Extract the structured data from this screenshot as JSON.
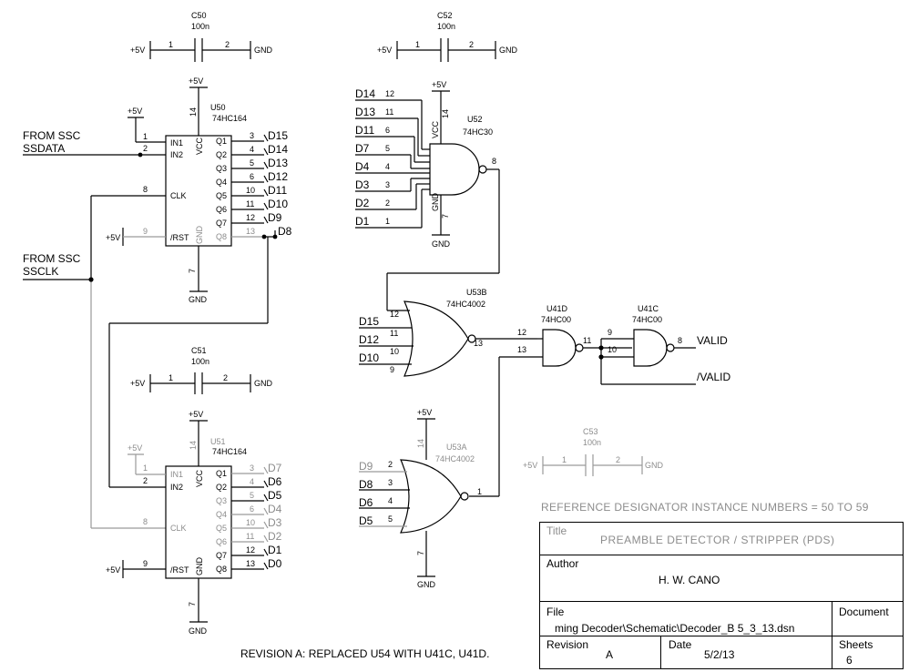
{
  "caps": [
    {
      "ref": "C50",
      "val": "100n",
      "left": "+5V",
      "right": "GND",
      "pin1": "1",
      "pin2": "2"
    },
    {
      "ref": "C52",
      "val": "100n",
      "left": "+5V",
      "right": "GND",
      "pin1": "1",
      "pin2": "2"
    },
    {
      "ref": "C51",
      "val": "100n",
      "left": "+5V",
      "right": "GND",
      "pin1": "1",
      "pin2": "2"
    },
    {
      "ref": "C53",
      "val": "100n",
      "left": "+5V",
      "right": "GND",
      "pin1": "1",
      "pin2": "2"
    }
  ],
  "u50": {
    "ref": "U50",
    "part": "74HC164",
    "vcc": "+5V",
    "vcc_pin": "14",
    "gnd": "GND",
    "gnd_pin": "7",
    "vcc_label": "VCC",
    "gnd_label": "GND",
    "in_labels": [
      "IN1",
      "IN2",
      "CLK",
      "/RST"
    ],
    "in_pins": [
      "1",
      "2",
      "8",
      "9"
    ],
    "out_labels": [
      "Q1",
      "Q2",
      "Q3",
      "Q4",
      "Q5",
      "Q6",
      "Q7",
      "Q8"
    ],
    "out_pins": [
      "3",
      "4",
      "5",
      "6",
      "10",
      "11",
      "12",
      "13"
    ],
    "nets": [
      "D15",
      "D14",
      "D13",
      "D12",
      "D11",
      "D10",
      "D9",
      "D8"
    ],
    "in1_supply": "+5V",
    "rst_supply": "+5V"
  },
  "u51": {
    "ref": "U51",
    "part": "74HC164",
    "vcc": "+5V",
    "vcc_pin": "14",
    "gnd": "GND",
    "gnd_pin": "7",
    "vcc_label": "VCC",
    "gnd_label": "GND",
    "in_labels": [
      "IN1",
      "IN2",
      "CLK",
      "/RST"
    ],
    "in_pins": [
      "1",
      "2",
      "8",
      "9"
    ],
    "out_labels": [
      "Q1",
      "Q2",
      "Q3",
      "Q4",
      "Q5",
      "Q6",
      "Q7",
      "Q8"
    ],
    "out_pins": [
      "3",
      "4",
      "5",
      "6",
      "10",
      "11",
      "12",
      "13"
    ],
    "nets": [
      "D7",
      "D6",
      "D5",
      "D4",
      "D3",
      "D2",
      "D1",
      "D0"
    ],
    "in1_supply": "+5V",
    "rst_supply": "+5V"
  },
  "from_ssc_data": [
    "FROM SSC",
    "SSDATA"
  ],
  "from_ssc_clk": [
    "FROM SSC",
    "SSCLK"
  ],
  "u52": {
    "ref": "U52",
    "part": "74HC30",
    "vcc": "+5V",
    "vcc_pin": "14",
    "gnd": "GND",
    "gnd_pin": "7",
    "vcc_label": "VCC",
    "gnd_label": "GND",
    "out_pin": "8",
    "inputs": [
      {
        "net": "D14",
        "pin": "12"
      },
      {
        "net": "D13",
        "pin": "11"
      },
      {
        "net": "D11",
        "pin": "6"
      },
      {
        "net": "D7",
        "pin": "5"
      },
      {
        "net": "D4",
        "pin": "4"
      },
      {
        "net": "D3",
        "pin": "3"
      },
      {
        "net": "D2",
        "pin": "2"
      },
      {
        "net": "D1",
        "pin": "1"
      }
    ]
  },
  "u53b": {
    "ref": "U53B",
    "part": "74HC4002",
    "out_pin": "13",
    "inputs": [
      {
        "net": "D15",
        "pin": "12"
      },
      {
        "net": "D12",
        "pin": "11"
      },
      {
        "net": "D10",
        "pin": "10"
      }
    ],
    "extra_pin": "9"
  },
  "u53a": {
    "ref": "U53A",
    "part": "74HC4002",
    "vcc": "+5V",
    "vcc_pin": "14",
    "gnd": "GND",
    "gnd_pin": "7",
    "out_pin": "1",
    "inputs": [
      {
        "net": "D9",
        "pin": "2"
      },
      {
        "net": "D8",
        "pin": "3"
      },
      {
        "net": "D6",
        "pin": "4"
      },
      {
        "net": "D5",
        "pin": "5"
      }
    ]
  },
  "u41d": {
    "ref": "U41D",
    "part": "74HC00",
    "in_pins": [
      "12",
      "13"
    ],
    "out_pin": "11"
  },
  "u41c": {
    "ref": "U41C",
    "part": "74HC00",
    "in_pins": [
      "9",
      "10"
    ],
    "out_pin": "8"
  },
  "outputs": {
    "valid": "VALID",
    "nvalid": "/VALID"
  },
  "ref_note": "REFERENCE DESIGNATOR INSTANCE NUMBERS = 50 TO 59",
  "title_block": {
    "title_label": "Title",
    "title": "PREAMBLE DETECTOR / STRIPPER (PDS)",
    "author_label": "Author",
    "author": "H. W. CANO",
    "file_label": "File",
    "file": "ming Decoder\\Schematic\\Decoder_B 5_3_13.dsn",
    "document_label": "Document",
    "revision_label": "Revision",
    "revision": "A",
    "date_label": "Date",
    "date": "5/2/13",
    "sheets_label": "Sheets",
    "sheets": "6"
  },
  "revision_note": "REVISION A: REPLACED U54 WITH U41C, U41D.",
  "colors": {
    "ink": "#000000",
    "grey": "#8c8c8c"
  }
}
